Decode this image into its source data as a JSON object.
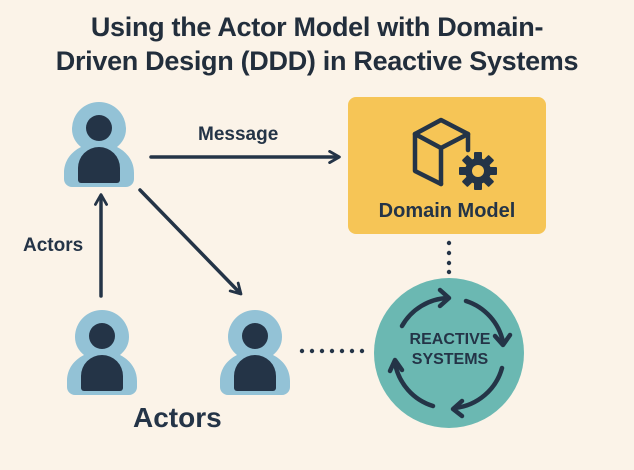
{
  "title": {
    "line1": "Using the Actor Model with Domain-",
    "line2": "Driven Design (DDD) in Reactive Systems"
  },
  "labels": {
    "message": "Message",
    "actors_side": "Actors",
    "actors_bottom": "Actors",
    "domain_model": "Domain Model",
    "reactive_line1": "REACTIVE",
    "reactive_line2": "SYSTEMS"
  },
  "nodes": [
    {
      "id": "actor-top",
      "type": "actor",
      "icon": "person-icon"
    },
    {
      "id": "actor-bottom-left",
      "type": "actor",
      "icon": "person-icon"
    },
    {
      "id": "actor-bottom-right",
      "type": "actor",
      "icon": "person-icon"
    },
    {
      "id": "domain-model",
      "type": "box",
      "icon": "cube-gear-icon"
    },
    {
      "id": "reactive-systems",
      "type": "circle",
      "icon": "cycle-arrows-icon"
    }
  ],
  "edges": [
    {
      "from": "actor-top",
      "to": "domain-model",
      "style": "arrow",
      "label": "Message"
    },
    {
      "from": "actor-bottom-left",
      "to": "actor-top",
      "style": "arrow",
      "label": "Actors"
    },
    {
      "from": "actor-top",
      "to": "actor-bottom-right",
      "style": "arrow"
    },
    {
      "from": "actor-bottom-right",
      "to": "reactive-systems",
      "style": "dotted"
    },
    {
      "from": "domain-model",
      "to": "reactive-systems",
      "style": "dotted"
    }
  ],
  "colors": {
    "background": "#fbf3e8",
    "ink": "#243447",
    "actor_halo": "#93c2d6",
    "domain_box": "#f6c556",
    "reactive_circle": "#6bb8b2"
  }
}
